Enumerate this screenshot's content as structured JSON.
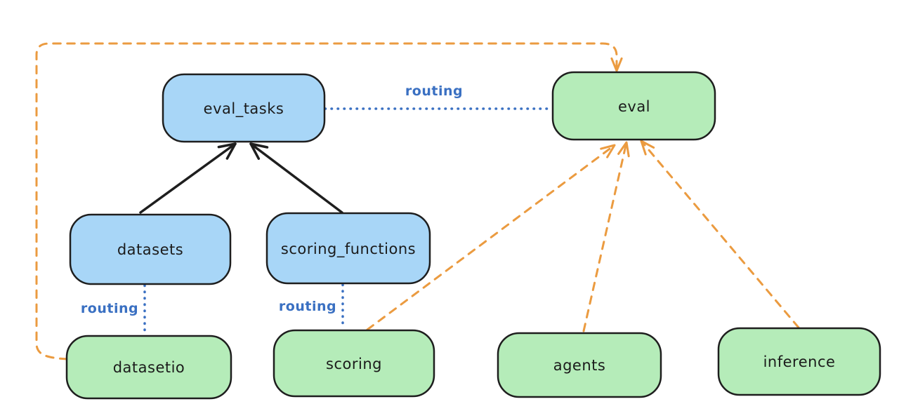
{
  "diagram": {
    "nodes": [
      {
        "id": "eval_tasks",
        "label": "eval_tasks",
        "kind": "blue-box"
      },
      {
        "id": "eval",
        "label": "eval",
        "kind": "green-box"
      },
      {
        "id": "datasets",
        "label": "datasets",
        "kind": "blue-box"
      },
      {
        "id": "scoring_functions",
        "label": "scoring_functions",
        "kind": "blue-box"
      },
      {
        "id": "datasetio",
        "label": "datasetio",
        "kind": "green-box"
      },
      {
        "id": "scoring",
        "label": "scoring",
        "kind": "green-box"
      },
      {
        "id": "agents",
        "label": "agents",
        "kind": "green-box"
      },
      {
        "id": "inference",
        "label": "inference",
        "kind": "green-box"
      }
    ],
    "edges": [
      {
        "from": "eval_tasks",
        "to": "eval",
        "label": "routing",
        "style": "blue-dotted"
      },
      {
        "from": "datasets",
        "to": "datasetio",
        "label": "routing",
        "style": "blue-dotted"
      },
      {
        "from": "scoring_functions",
        "to": "scoring",
        "label": "routing",
        "style": "blue-dotted"
      },
      {
        "from": "datasets",
        "to": "eval_tasks",
        "label": "",
        "style": "black-solid-arrow"
      },
      {
        "from": "scoring_functions",
        "to": "eval_tasks",
        "label": "",
        "style": "black-solid-arrow"
      },
      {
        "from": "datasetio",
        "to": "eval",
        "label": "",
        "style": "orange-dashed-arrow"
      },
      {
        "from": "scoring",
        "to": "eval",
        "label": "",
        "style": "orange-dashed-arrow"
      },
      {
        "from": "agents",
        "to": "eval",
        "label": "",
        "style": "orange-dashed-arrow"
      },
      {
        "from": "inference",
        "to": "eval",
        "label": "",
        "style": "orange-dashed-arrow"
      }
    ]
  },
  "colors": {
    "background": "#ffffff",
    "node_blue_fill": "#a8d6f7",
    "node_green_fill": "#b5ecb9",
    "node_stroke": "#1e1e1e",
    "arrow_black": "#1e1e1e",
    "arrow_orange": "#eb9b40",
    "routing_blue": "#3a70c2",
    "label_text": "#1b1b1b"
  }
}
